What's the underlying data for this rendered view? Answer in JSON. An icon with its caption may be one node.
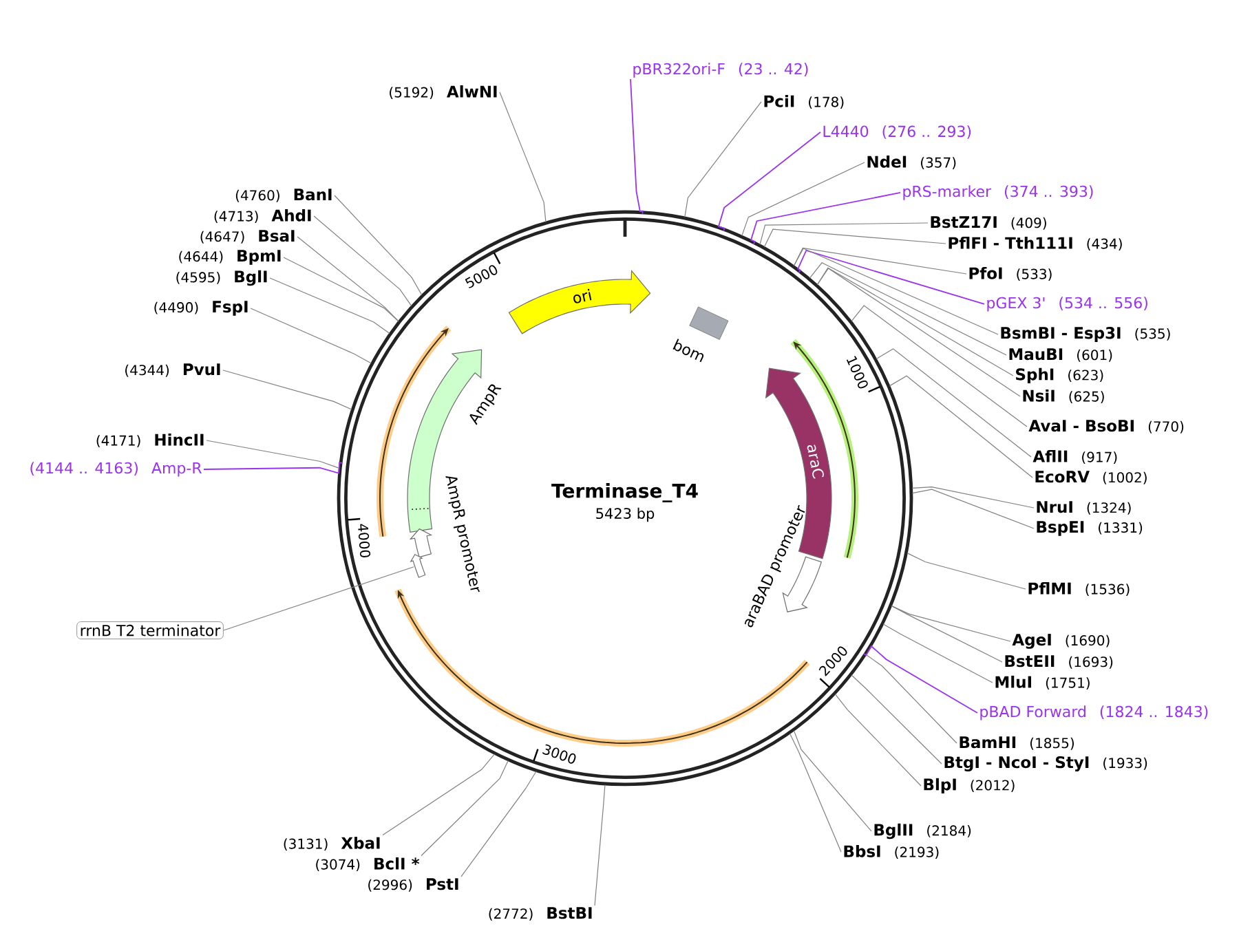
{
  "diagram": {
    "nodes": [
      {
        "text": [
          "pBR322ori-F",
          "(23 .. 42)"
        ]
      },
      {
        "text": [
          "PciI",
          "(178)"
        ]
      },
      {
        "text": [
          "L4440",
          "(276 .. 293)"
        ]
      },
      {
        "text": [
          "NdeI",
          "(357)"
        ]
      },
      {
        "text": [
          "pRS-marker",
          "(374 .. 393)"
        ]
      },
      {
        "text": [
          "BstZ17I",
          "(409)"
        ]
      },
      {
        "text": [
          "PflFI - Tth111I",
          "(434)"
        ]
      },
      {
        "text": [
          "PfoI",
          "(533)"
        ]
      },
      {
        "text": [
          "pGEX 3'",
          "(534 .. 556)"
        ]
      },
      {
        "text": [
          "BsmBI - Esp3I",
          "(535)"
        ]
      },
      {
        "text": [
          "MauBI",
          "(601)"
        ]
      },
      {
        "text": [
          "SphI",
          "(623)"
        ]
      },
      {
        "text": [
          "NsiI",
          "(625)"
        ]
      },
      {
        "text": [
          "AvaI - BsoBI",
          "(770)"
        ]
      },
      {
        "text": [
          "AflII",
          "(917)"
        ]
      },
      {
        "text": [
          "EcoRV",
          "(1002)"
        ]
      },
      {
        "text": [
          "NruI",
          "(1324)"
        ]
      },
      {
        "text": [
          "BspEI",
          "(1331)"
        ]
      },
      {
        "text": [
          "PflMI",
          "(1536)"
        ]
      },
      {
        "text": [
          "AgeI",
          "(1690)"
        ]
      },
      {
        "text": [
          "BstEII",
          "(1693)"
        ]
      },
      {
        "text": [
          "MluI",
          "(1751)"
        ]
      },
      {
        "text": [
          "pBAD Forward",
          "(1824 .. 1843)"
        ]
      },
      {
        "text": [
          "BamHI",
          "(1855)"
        ]
      },
      {
        "text": [
          "BtgI - NcoI - StyI",
          "(1933)"
        ]
      },
      {
        "text": [
          "BlpI",
          "(2012)"
        ]
      },
      {
        "text": [
          "BglII",
          "(2184)"
        ]
      },
      {
        "text": [
          "BbsI",
          "(2193)"
        ]
      },
      {
        "text": [
          "(2772)",
          "BstBI"
        ]
      },
      {
        "text": [
          "(2996)",
          "PstI"
        ]
      },
      {
        "text": [
          "(3074)",
          "BclI *"
        ]
      },
      {
        "text": [
          "(3131)",
          "XbaI"
        ]
      },
      {
        "text": [
          "rrnB T2 terminator"
        ]
      },
      {
        "text": [
          "(4144 .. 4163)",
          "Amp-R"
        ]
      },
      {
        "text": [
          "(4171)",
          "HincII"
        ]
      },
      {
        "text": [
          "(4344)",
          "PvuI"
        ]
      },
      {
        "text": [
          "(4490)",
          "FspI"
        ]
      },
      {
        "text": [
          "(4595)",
          "BglI"
        ]
      },
      {
        "text": [
          "(4644)",
          "BpmI"
        ]
      },
      {
        "text": [
          "(4647)",
          "BsaI"
        ]
      },
      {
        "text": [
          "(4713)",
          "AhdI"
        ]
      },
      {
        "text": [
          "(4760)",
          "BanI"
        ]
      },
      {
        "text": [
          "(5192)",
          "AlwNI"
        ]
      },
      {
        "text": [
          "Terminase_T4",
          "5423 bp"
        ]
      },
      {
        "text": [
          "ori"
        ],
        "in": 43
      },
      {
        "text": [
          "bom"
        ],
        "in": 43
      },
      {
        "text": [
          "AmpR"
        ],
        "in": 43
      },
      {
        "text": [
          "AmpR promoter"
        ],
        "in": 43
      },
      {
        "text": [],
        "shape": "arrow",
        "in": 43
      },
      {
        "text": [
          "araC"
        ],
        "in": 43
      },
      {
        "text": [
          "araBAD promoter"
        ],
        "in": 43
      },
      {
        "text": [],
        "shape": "arc",
        "in": 43
      },
      {
        "text": [],
        "shape": "arc",
        "in": 43
      },
      {
        "text": [],
        "shape": "arc",
        "in": 43
      }
    ],
    "edges": [
      {
        "from": 0,
        "to": 43,
        "arrow": "none",
        "color": "#9933ee"
      },
      {
        "from": 1,
        "to": 43,
        "arrow": "none"
      },
      {
        "from": 2,
        "to": 43,
        "arrow": "none",
        "color": "#9933ee"
      },
      {
        "from": 3,
        "to": 43,
        "arrow": "none"
      },
      {
        "from": 4,
        "to": 43,
        "arrow": "none",
        "color": "#9933ee"
      },
      {
        "from": 5,
        "to": 43,
        "arrow": "none"
      },
      {
        "from": 6,
        "to": 43,
        "arrow": "none"
      },
      {
        "from": 7,
        "to": 43,
        "arrow": "none"
      },
      {
        "from": 8,
        "to": 43,
        "arrow": "none",
        "color": "#9933ee"
      },
      {
        "from": 9,
        "to": 43,
        "arrow": "none"
      },
      {
        "from": 10,
        "to": 43,
        "arrow": "none"
      },
      {
        "from": 11,
        "to": 43,
        "arrow": "none"
      },
      {
        "from": 12,
        "to": 43,
        "arrow": "none"
      },
      {
        "from": 13,
        "to": 43,
        "arrow": "none"
      },
      {
        "from": 14,
        "to": 43,
        "arrow": "none"
      },
      {
        "from": 15,
        "to": 43,
        "arrow": "none"
      },
      {
        "from": 16,
        "to": 43,
        "arrow": "none"
      },
      {
        "from": 17,
        "to": 43,
        "arrow": "none"
      },
      {
        "from": 18,
        "to": 43,
        "arrow": "none"
      },
      {
        "from": 19,
        "to": 43,
        "arrow": "none"
      },
      {
        "from": 20,
        "to": 43,
        "arrow": "none"
      },
      {
        "from": 21,
        "to": 43,
        "arrow": "none"
      },
      {
        "from": 22,
        "to": 43,
        "arrow": "none",
        "color": "#9933ee"
      },
      {
        "from": 23,
        "to": 43,
        "arrow": "none"
      },
      {
        "from": 24,
        "to": 43,
        "arrow": "none"
      },
      {
        "from": 25,
        "to": 43,
        "arrow": "none"
      },
      {
        "from": 26,
        "to": 43,
        "arrow": "none"
      },
      {
        "from": 27,
        "to": 43,
        "arrow": "none"
      },
      {
        "from": 28,
        "to": 43,
        "arrow": "none"
      },
      {
        "from": 29,
        "to": 43,
        "arrow": "none"
      },
      {
        "from": 30,
        "to": 43,
        "arrow": "none"
      },
      {
        "from": 31,
        "to": 43,
        "arrow": "none"
      },
      {
        "from": 32,
        "to": 48,
        "arrow": "none"
      },
      {
        "from": 33,
        "to": 43,
        "arrow": "none",
        "color": "#9933ee"
      },
      {
        "from": 34,
        "to": 43,
        "arrow": "none"
      },
      {
        "from": 35,
        "to": 43,
        "arrow": "none"
      },
      {
        "from": 36,
        "to": 43,
        "arrow": "none"
      },
      {
        "from": 37,
        "to": 43,
        "arrow": "none"
      },
      {
        "from": 38,
        "to": 43,
        "arrow": "none"
      },
      {
        "from": 39,
        "to": 43,
        "arrow": "none"
      },
      {
        "from": 40,
        "to": 43,
        "arrow": "none"
      },
      {
        "from": 41,
        "to": 43,
        "arrow": "none"
      },
      {
        "from": 42,
        "to": 43,
        "arrow": "none"
      }
    ],
    "labels": [
      "1000",
      "2000",
      "3000",
      "4000",
      "5000"
    ]
  }
}
